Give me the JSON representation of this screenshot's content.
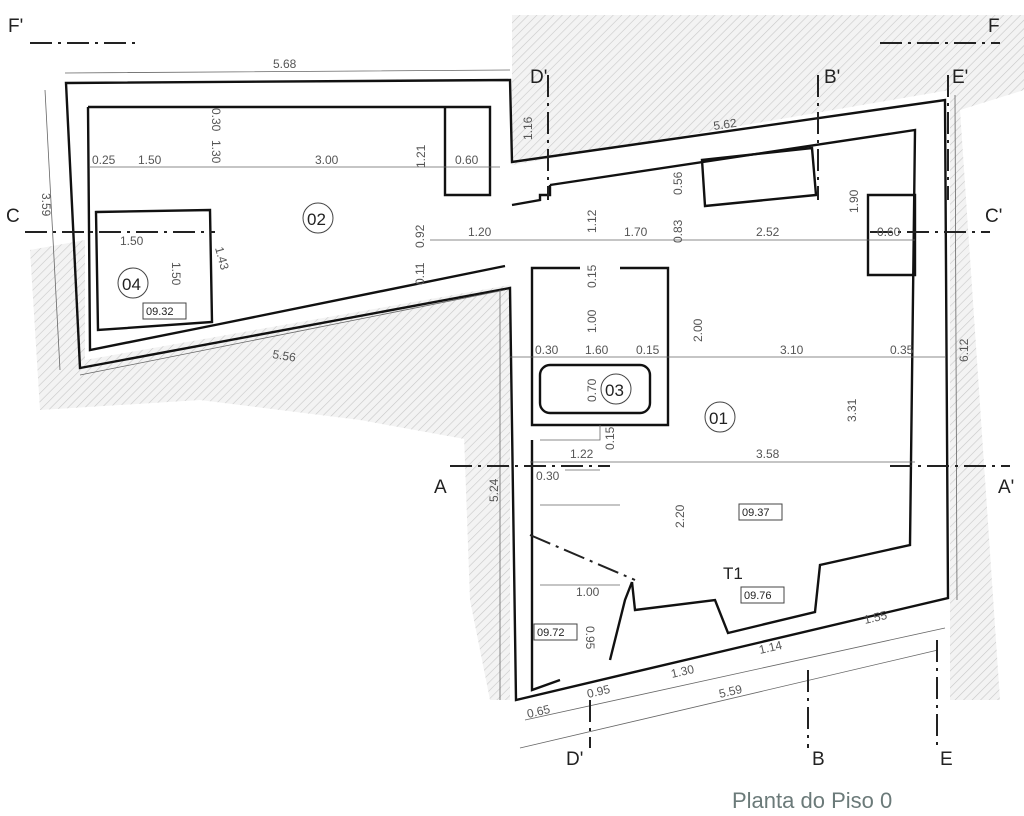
{
  "title": "Planta do Piso 0",
  "sections": {
    "f_left": "F'",
    "f_right": "F",
    "c_left": "C",
    "c_right": "C'",
    "a_left": "A",
    "a_right": "A'",
    "d_top": "D'",
    "b_top": "B'",
    "e_top": "E'",
    "d_bottom": "D'",
    "b_bottom": "B",
    "e_bottom": "E"
  },
  "rooms": {
    "r01": "01",
    "r02": "02",
    "r03": "03",
    "r04": "04",
    "t1": "T1"
  },
  "levels": {
    "l04": "09.32",
    "l01": "09.37",
    "t1": "09.76",
    "stairs": "09.72"
  },
  "dimensions": [
    "5.68",
    "0.30",
    "1.30",
    "0.25",
    "1.50",
    "3.00",
    "1.21",
    "0.60",
    "1.16",
    "5.62",
    "0.56",
    "1.90",
    "3.59",
    "1.50",
    "1.20",
    "0.92",
    "1.12",
    "1.70",
    "0.83",
    "2.52",
    "0.60",
    "1.43",
    "1.50",
    "0.11",
    "0.15",
    "1.00",
    "2.00",
    "0.30",
    "1.60",
    "0.15",
    "3.10",
    "0.35",
    "6.12",
    "5.56",
    "0.70",
    "3.31",
    "1.22",
    "0.15",
    "0.30",
    "3.58",
    "5.24",
    "2.20",
    "1.00",
    "0.95",
    "0.65",
    "0.95",
    "1.30",
    "1.14",
    "1.55",
    "5.59"
  ]
}
